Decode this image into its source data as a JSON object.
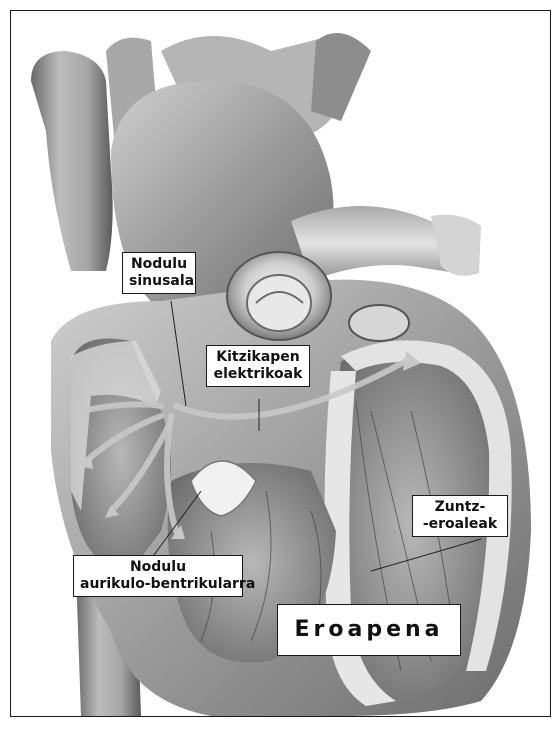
{
  "labels": {
    "sinus_node": [
      "Nodulu",
      "sinusala"
    ],
    "electric_excitation": [
      "Kitzikapen",
      "elektrikoak"
    ],
    "purkinje_fibers": [
      "Zuntz-",
      "-eroaleak"
    ],
    "av_node": [
      "Nodulu",
      "aurikulo-bentrikularra"
    ],
    "conduction": "Eroapena"
  },
  "colors": {
    "frame": "#1a1a1a",
    "heart_light": "#d8d8d8",
    "heart_mid": "#a7a7a7",
    "heart_dark": "#5e5e5e",
    "wall_light": "#e6e6e6"
  }
}
